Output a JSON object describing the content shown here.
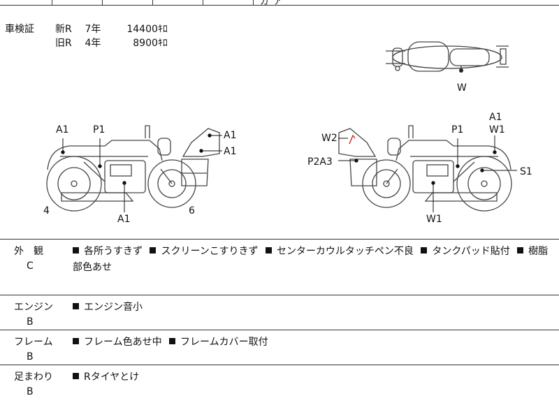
{
  "header_fragment": "ガ ア",
  "registration": {
    "label": "車検証",
    "rows": [
      {
        "type": "新R",
        "years": "7年",
        "price": "14400ｷﾛ"
      },
      {
        "type": "旧R",
        "years": "4年",
        "price": "8900ｷﾛ"
      }
    ]
  },
  "diagram_labels": {
    "top_view": "W",
    "left_A1_rear": "A1",
    "left_P1": "P1",
    "left_A1_screen_top": "A1",
    "left_A1_screen_bottom": "A1",
    "left_A1_engine": "A1",
    "left_4": "4",
    "left_6": "6",
    "right_W2": "W2",
    "right_P2A3": "P2A3",
    "right_P1": "P1",
    "right_A1": "A1",
    "right_W1_top": "W1",
    "right_S1": "S1",
    "right_W1_bottom": "W1"
  },
  "sections": [
    {
      "name": "外　観",
      "grade": "C",
      "items": [
        "各所うすきず",
        "スクリーンこすりきず",
        "センターカウルタッチペン不良",
        "タンクパッド貼付",
        "樹脂部色あせ"
      ]
    },
    {
      "name": "エンジン",
      "grade": "B",
      "items": [
        "エンジン音小"
      ]
    },
    {
      "name": "フレーム",
      "grade": "B",
      "items": [
        "フレーム色あせ中",
        "フレームカバー取付"
      ]
    },
    {
      "name": "足まわり",
      "grade": "B",
      "items": [
        "Rタイヤとけ"
      ]
    }
  ]
}
